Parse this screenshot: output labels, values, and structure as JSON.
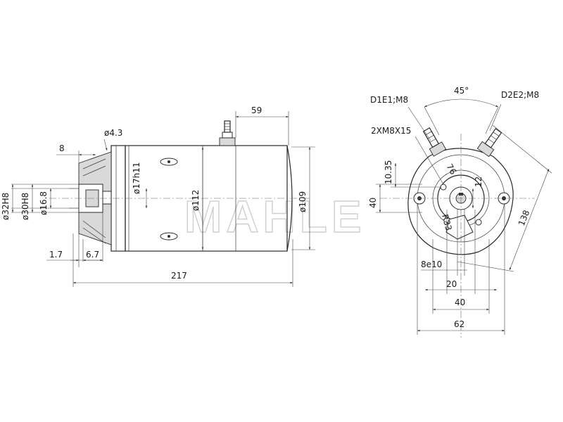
{
  "watermark": "MAHLE",
  "side_view": {
    "dims": {
      "top_len": "59",
      "hole_dia": "ø4.3",
      "flange_len": "8",
      "shaft_dia": "ø17h11",
      "body_dia": "ø112",
      "end_dia": "ø109",
      "spigot_32": "ø32H8",
      "spigot_30": "ø30H8",
      "spigot_16": "ø16.8",
      "step_17": "1.7",
      "step_67": "6.7",
      "overall_len": "217"
    }
  },
  "end_view": {
    "dims": {
      "angle": "45°",
      "term_d1": "D1E1;M8",
      "term_d2": "D2E2;M8",
      "threads": "2XM8X15",
      "offset_1035": "10.35",
      "pcd_76": "76",
      "v12": "12",
      "v40": "40",
      "radius": "R33",
      "diag": "138",
      "key": "8e10",
      "h20": "20",
      "h40": "40",
      "h62": "62"
    }
  }
}
